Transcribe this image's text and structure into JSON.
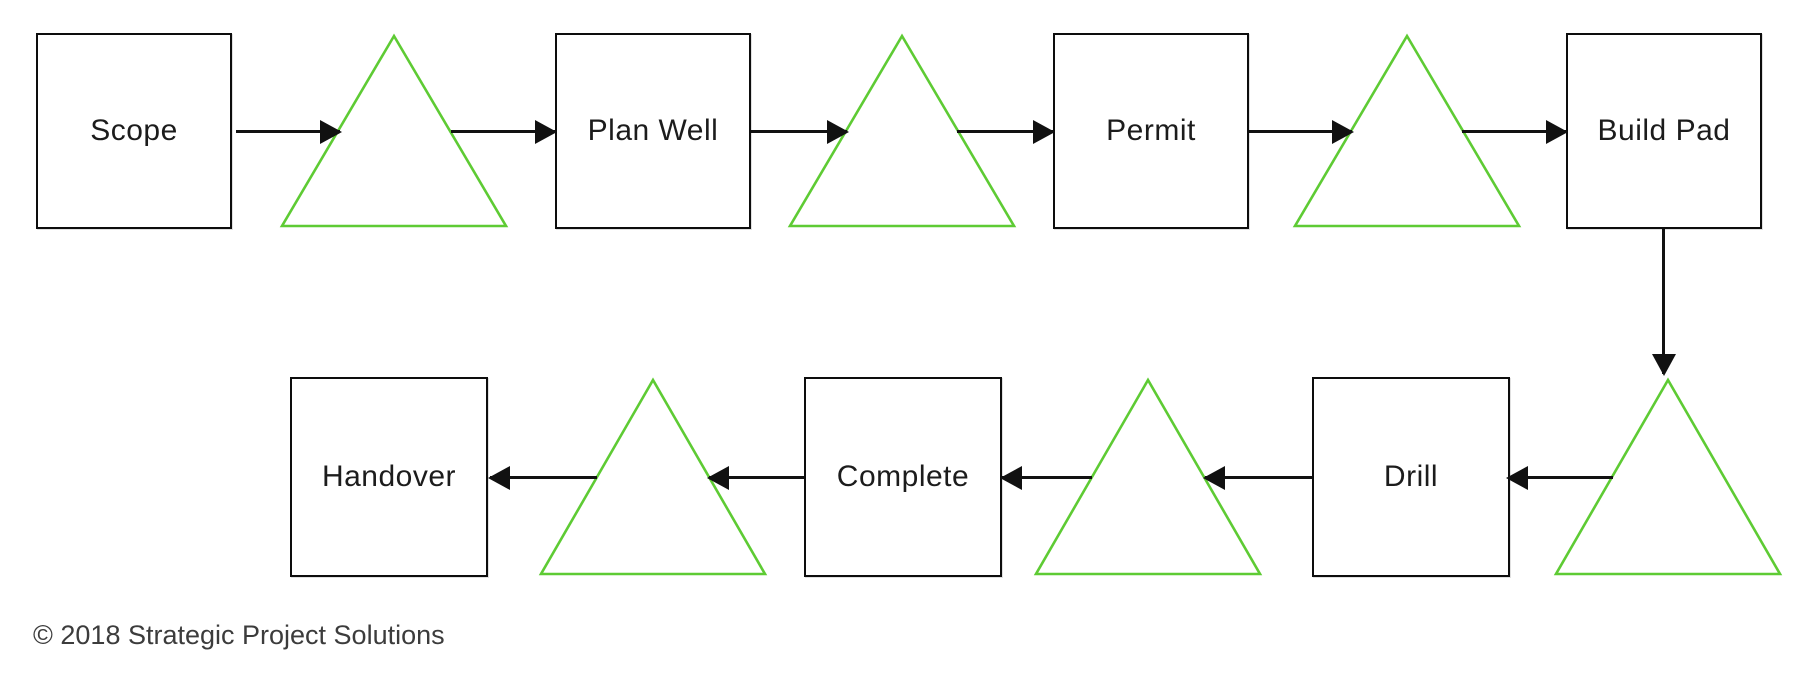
{
  "diagram": {
    "type": "process-flow",
    "stages": {
      "scope": "Scope",
      "plan_well": "Plan Well",
      "permit": "Permit",
      "build_pad": "Build Pad",
      "drill": "Drill",
      "complete": "Complete",
      "handover": "Handover"
    },
    "flow_sequence": [
      "Scope",
      "Plan Well",
      "Permit",
      "Build Pad",
      "Drill",
      "Complete",
      "Handover"
    ],
    "gate_shape": "triangle",
    "gate_count": 6,
    "gate_color": "#5ecb34",
    "line_color": "#111111",
    "box_border_color": "#0d0d0d"
  },
  "footer": {
    "copyright": "© 2018 Strategic Project Solutions"
  }
}
